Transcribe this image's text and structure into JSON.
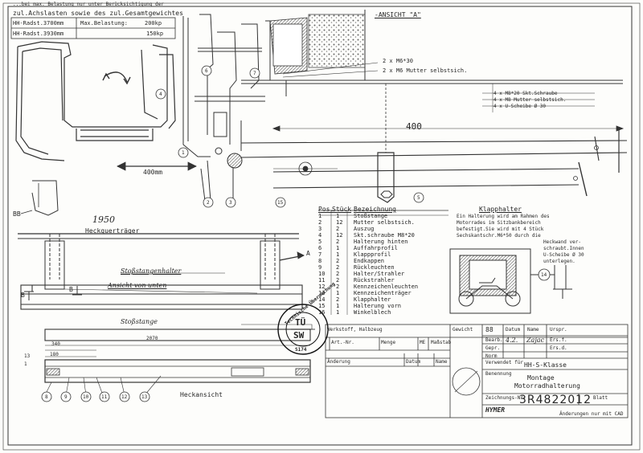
{
  "header": {
    "note_line1": "...bei max. Belastung nur unter Berücksichtigung der",
    "note_line2": "zul.Achslasten sowie des zul.Gesamtgewichtes",
    "view_label": "-ANSICHT \"A\""
  },
  "load_table": {
    "row1_model": "HH-Radst.3700mm",
    "row1_label": "Max.Belastung:",
    "row1_value": "200kp",
    "row2_model": "HH-Radst.3930mm",
    "row2_value": "150kp"
  },
  "dimensions": {
    "d400_mm": "400mm",
    "d400": "400",
    "d340": "340",
    "d2070": "2070",
    "d13": "13",
    "d180": "180",
    "d1": "1",
    "bb": "BB",
    "handwritten": "1950"
  },
  "callouts": {
    "screw1": "2 x M6*30",
    "screw2": "2 x M6 Mutter selbstsich.",
    "right1": "4 x M8*20  Skt.Schraube",
    "right2": "4 x M8 Mutter selbstsich.",
    "right3": "4 x U-Scheibe Ø 30",
    "view_a": "A",
    "b_mark": "B"
  },
  "view_labels": {
    "heckquertraeger": "Heckquerträger",
    "stossstangenhalter": "Stoßstangenhalter",
    "ansicht_unten": "Ansicht von unten",
    "stossstange": "Stoßstange",
    "heckansicht": "Heckansicht"
  },
  "balloons": [
    "1",
    "2",
    "3",
    "4",
    "5",
    "6",
    "7",
    "8",
    "9",
    "10",
    "11",
    "12",
    "13",
    "14",
    "15"
  ],
  "parts_list": {
    "headers": [
      "Pos.",
      "Stück",
      "Bezeichnung"
    ],
    "rows": [
      [
        "1",
        "1",
        "Stoßstange"
      ],
      [
        "2",
        "12",
        "Mutter selbstsich."
      ],
      [
        "3",
        "2",
        "Auszug"
      ],
      [
        "4",
        "12",
        "Skt.schraube M8*20"
      ],
      [
        "5",
        "2",
        "Halterung hinten"
      ],
      [
        "6",
        "1",
        "Auffahrprofil"
      ],
      [
        "7",
        "1",
        "Klappprofil"
      ],
      [
        "8",
        "2",
        "Endkappen"
      ],
      [
        "9",
        "2",
        "Rückleuchten"
      ],
      [
        "10",
        "2",
        "Halter/Strahler"
      ],
      [
        "11",
        "2",
        "Rückstrahler"
      ],
      [
        "12",
        "2",
        "Kennzeichenleuchten"
      ],
      [
        "13",
        "1",
        "Kennzeichenträger"
      ],
      [
        "14",
        "2",
        "Klapphalter"
      ],
      [
        "15",
        "1",
        "Halterung vorn"
      ],
      [
        "16",
        "1",
        "Winkelblech"
      ]
    ]
  },
  "klapphalter": {
    "title": "Klapphalter",
    "text": [
      "Ein Halterung wird am Rahmen des",
      "Motorrades im Sitzbankbereich",
      "befestigt.Sie wird mit 4 Stück",
      "Sechskantschr.M6*50 durch die",
      "Heckwand ver-",
      "schraubt.Innen",
      "U-Scheibe Ø 30",
      "unterlegen."
    ]
  },
  "stamp": {
    "ring_text": "Technische Überwachung",
    "line1": "TÜ",
    "line2": "SW",
    "code": "S174"
  },
  "title_block": {
    "werkstoff": "Werkstoff, Halbzeug",
    "art_nr": "Art.-Nr.",
    "menge": "Menge",
    "me": "ME",
    "massstab": "Maßstab",
    "gewicht": "Gewicht",
    "col_88": "88",
    "col_datum": "Datum",
    "col_name": "Name",
    "col_urspr": "Urspr.",
    "bearb": "Bearb.",
    "bearb_date": "4.2.",
    "bearb_name": "Zajac",
    "ers_fur": "Ers.f.",
    "gepr": "Gepr.",
    "ers_d": "Ers.d.",
    "norm": "Norm",
    "verwendet": "Verwendet für",
    "verwendet_value": "HH-S-Klasse",
    "benennung": "Benennung",
    "benennung1": "Montage",
    "benennung2": "Motorradhalterung",
    "aenderung": "Änderung",
    "datum": "Datum",
    "name": "Name",
    "zeichnungs_nr_label": "Zeichnungs-Nr.",
    "zeichnungs_nr": "3R4822012",
    "blatt": "Blatt",
    "company": "HYMER",
    "footnote": "Änderungen nur mit CAD"
  }
}
